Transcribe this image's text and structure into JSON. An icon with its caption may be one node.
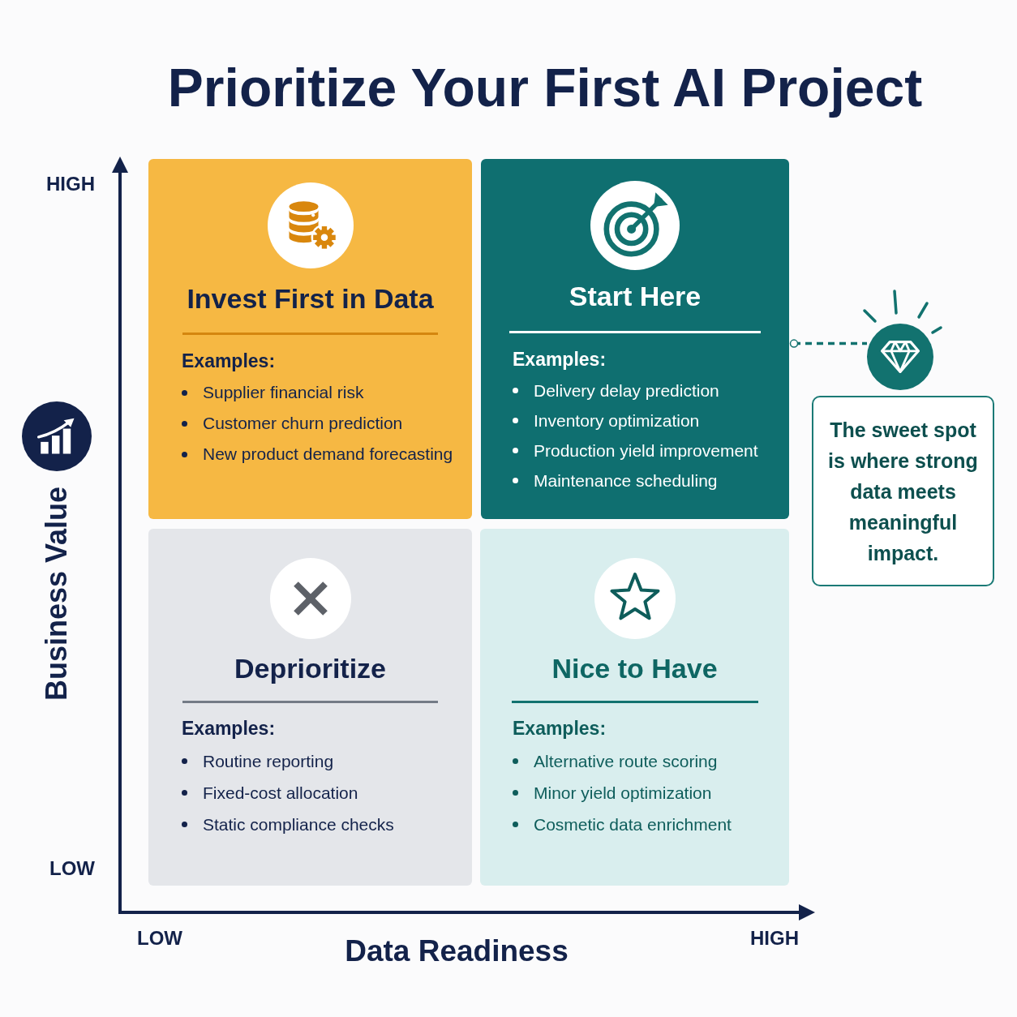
{
  "diagram": {
    "title": "Prioritize Your First AI Project",
    "nodes": [
      {
        "text": [
          "Invest First in Data",
          "Examples:",
          "Supplier financial risk",
          "Customer churn prediction",
          "New product demand forecasting"
        ]
      },
      {
        "text": [
          "Start Here",
          "Examples:",
          "Delivery delay prediction",
          "Inventory optimization",
          "Production yield improvement",
          "Maintenance scheduling"
        ]
      },
      {
        "text": [
          "Deprioritize",
          "Examples:",
          "Routine reporting",
          "Fixed-cost allocation",
          "Static compliance checks"
        ]
      },
      {
        "text": [
          "Nice to Have",
          "Examples:",
          "Alternative route scoring",
          "Minor yield optimization",
          "Cosmetic data enrichment"
        ]
      },
      {
        "text": [],
        "shape": "circle"
      },
      {
        "text": [
          "The sweet spot is where strong data meets meaningful impact."
        ]
      }
    ],
    "edges": [
      {
        "from": 1,
        "to": 4,
        "arrow": "other",
        "style": "dashed"
      }
    ],
    "labels": [
      "HIGH",
      "Business Value",
      "LOW",
      "LOW",
      "Data Readiness",
      "HIGH"
    ]
  }
}
